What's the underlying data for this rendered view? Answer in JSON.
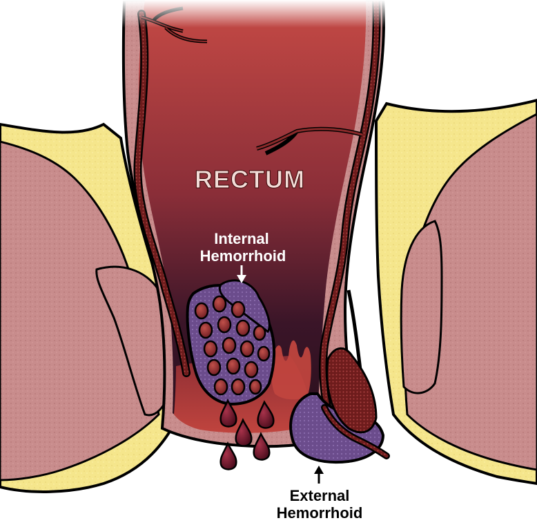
{
  "labels": {
    "rectum": "RECTUM",
    "internal_line1": "Internal",
    "internal_line2": "Hemorrhoid",
    "external_line1": "External",
    "external_line2": "Hemorrhoid"
  },
  "colors": {
    "rectum_top": "#c64a45",
    "rectum_bottom": "#2a0f1c",
    "muscle_pink": "#c88c8c",
    "fat_yellow": "#f5e68c",
    "vessel_dark": "#6e1c1c",
    "hemorrhoid_purple": "#6b4c8c",
    "blood_drop": "#7a1a2a",
    "outline": "#000000"
  },
  "icons": {
    "internal_arrow": "arrow-down-icon",
    "external_arrow": "arrow-up-icon"
  }
}
